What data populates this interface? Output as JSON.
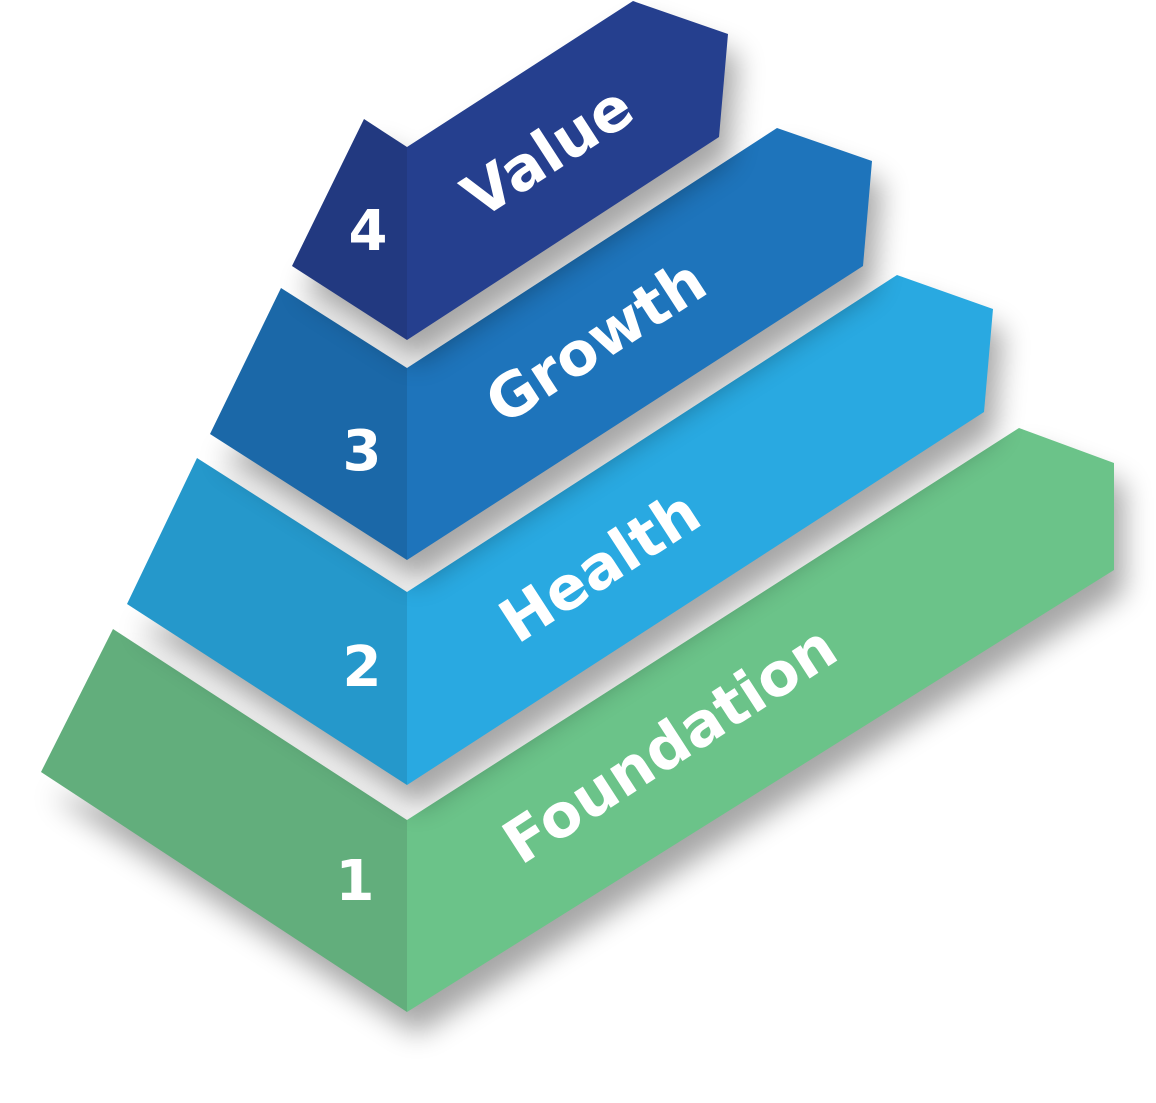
{
  "pyramid": {
    "levels": [
      {
        "number": "1",
        "label": "Foundation",
        "color": "#6BC389",
        "side_color": "#62AE7C"
      },
      {
        "number": "2",
        "label": "Health",
        "color": "#29A9E1",
        "side_color": "#2598CB"
      },
      {
        "number": "3",
        "label": "Growth",
        "color": "#1E74BB",
        "side_color": "#1B68A8"
      },
      {
        "number": "4",
        "label": "Value",
        "color": "#253F8E",
        "side_color": "#223980"
      }
    ]
  }
}
